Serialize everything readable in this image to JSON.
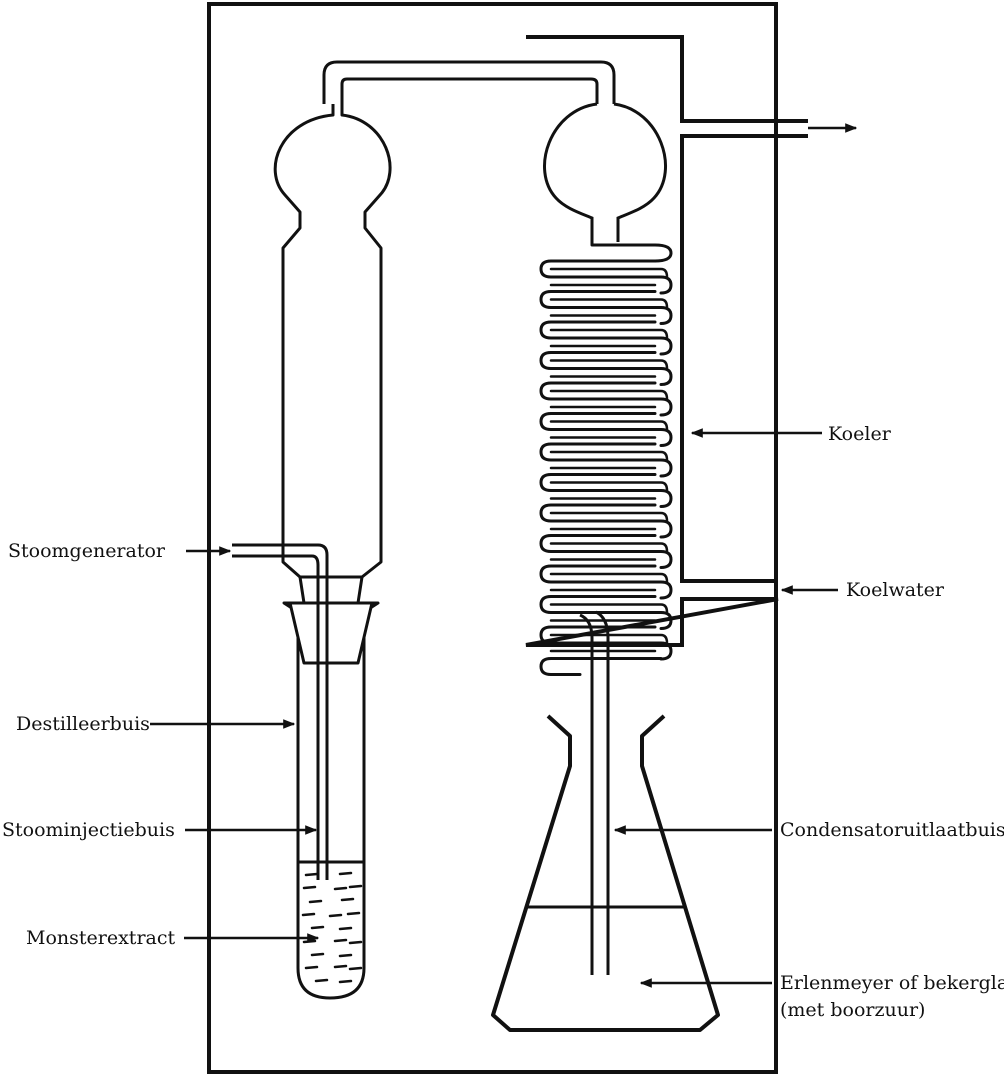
{
  "labels": {
    "koeler": "Koeler",
    "koelwater": "Koelwater",
    "stoomgenerator": "Stoomgenerator",
    "destilleerbuis": "Destilleerbuis",
    "stoominjectiebuis": "Stoominjectiebuis",
    "monsterextract": "Monsterextract",
    "condensatoruitlaatbuis": "Condensatoruitlaatbuis",
    "erlenmeyer_line1": "Erlenmeyer of bekerglas",
    "erlenmeyer_line2": "(met boorzuur)"
  },
  "colors": {
    "line": "#111111",
    "background": "#ffffff"
  }
}
